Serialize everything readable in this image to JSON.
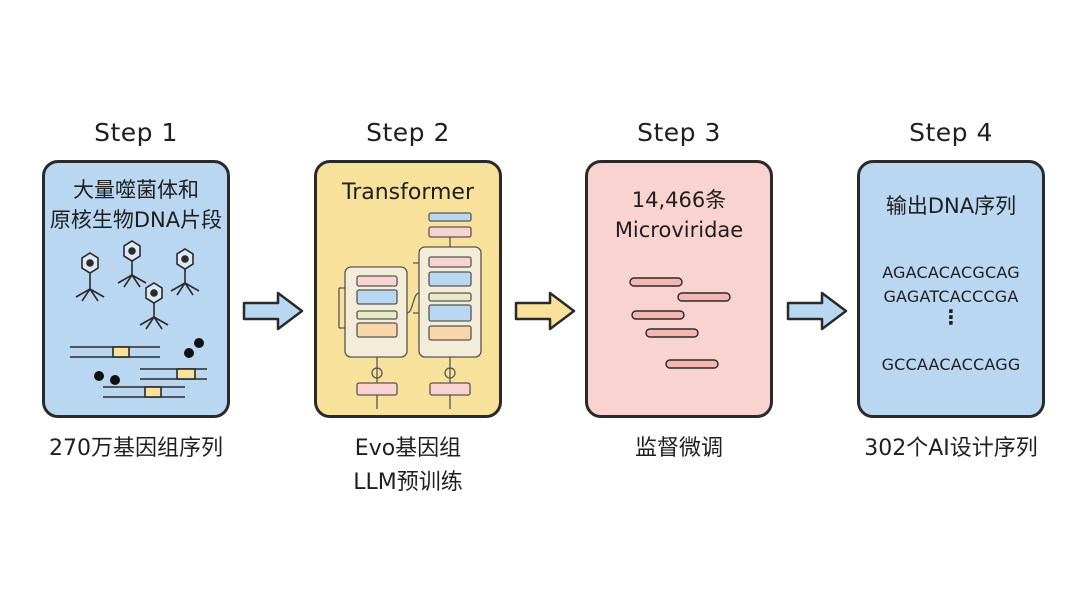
{
  "steps": [
    {
      "title": "Step 1",
      "panel_lines": [
        "大量噬菌体和",
        "原核生物DNA片段"
      ],
      "caption_lines": [
        "270万基因组序列"
      ],
      "color": "#b9d7f0"
    },
    {
      "title": "Step 2",
      "panel_title": "Transformer",
      "caption_lines": [
        "Evo基因组",
        "LLM预训练"
      ],
      "color": "#f8e19a"
    },
    {
      "title": "Step 3",
      "panel_lines": [
        "14,466条",
        "Microviridae"
      ],
      "caption_lines": [
        "监督微调"
      ],
      "color": "#f8d3cf"
    },
    {
      "title": "Step 4",
      "panel_title": "输出DNA序列",
      "sequences": [
        "AGACACACGCAG",
        "GAGATCACCCGA",
        "GCCAACACCAGG"
      ],
      "ellipsis": "⋮",
      "caption_lines": [
        "302个AI设计序列"
      ],
      "color": "#b9d7f0"
    }
  ],
  "arrows": {
    "fill": "#b9d7f0",
    "fill_mid": "#f8e19a"
  },
  "icons": [
    "bacteriophage-icon",
    "dna-fragment-icon",
    "transformer-architecture-icon",
    "sequence-bars-icon",
    "arrow-right-icon"
  ]
}
